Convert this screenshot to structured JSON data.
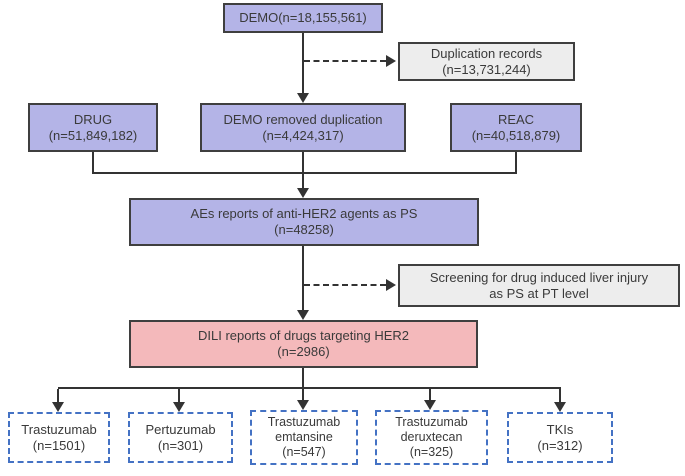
{
  "colors": {
    "box_purple": "#b4b4e7",
    "box_pink": "#f4b9bb",
    "box_gray": "#ededed",
    "box_border": "#3f3f3f",
    "dashed_blue_border": "#4472c4",
    "connector": "#333333"
  },
  "nodes": {
    "demo": {
      "line1": "DEMO(n=18,155,561)"
    },
    "duplication": {
      "line1": "Duplication records",
      "line2": "(n=13,731,244)"
    },
    "drug": {
      "line1": "DRUG",
      "line2": "(n=51,849,182)"
    },
    "demo_dedup": {
      "line1": "DEMO removed duplication",
      "line2": "(n=4,424,317)"
    },
    "reac": {
      "line1": "REAC",
      "line2": "(n=40,518,879)"
    },
    "aes": {
      "line1": "AEs reports of anti-HER2 agents as PS",
      "line2": "(n=48258)"
    },
    "screening": {
      "line1": "Screening for drug induced liver injury",
      "line2": "as PS at PT level"
    },
    "dili": {
      "line1": "DILI reports of drugs targeting HER2",
      "line2": "(n=2986)"
    },
    "drugs": [
      {
        "line1": "Trastuzumab",
        "line2": "(n=1501)",
        "line3": ""
      },
      {
        "line1": "Pertuzumab",
        "line2": "(n=301)",
        "line3": ""
      },
      {
        "line1": "Trastuzumab",
        "line2": "emtansine",
        "line3": "(n=547)"
      },
      {
        "line1": "Trastuzumab",
        "line2": "deruxtecan",
        "line3": "(n=325)"
      },
      {
        "line1": "TKIs",
        "line2": "(n=312)",
        "line3": ""
      }
    ]
  }
}
